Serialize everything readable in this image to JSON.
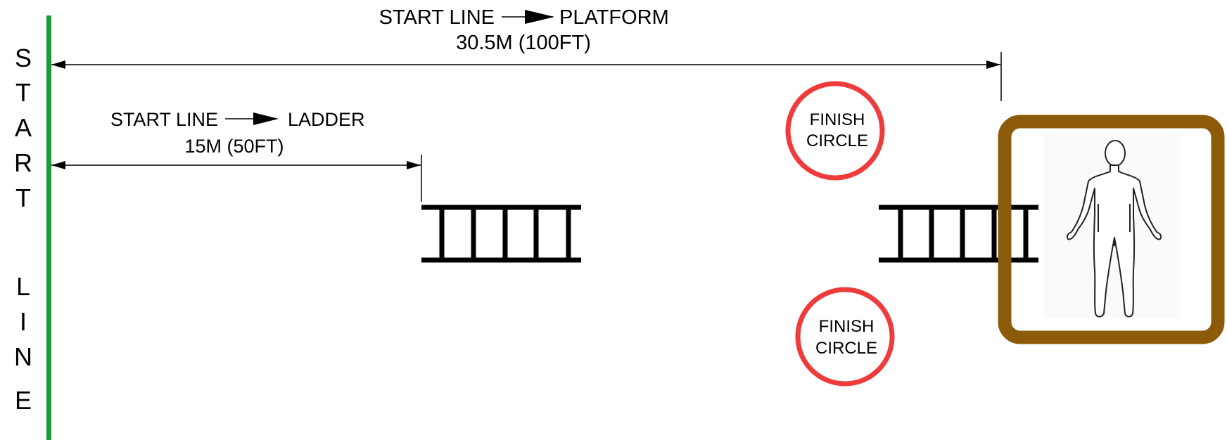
{
  "start_line": {
    "letters": [
      "S",
      "T",
      "A",
      "R",
      "T",
      "",
      "L",
      "I",
      "N",
      "E"
    ],
    "color": "#1a9b3c"
  },
  "platform_dimension": {
    "line1_left": "START LINE",
    "line1_right": "PLATFORM",
    "line2": "30.5M (100FT)"
  },
  "ladder_dimension": {
    "line1_left": "START LINE",
    "line1_right": "LADDER",
    "line2": "15M (50FT)"
  },
  "finish_circles": [
    {
      "line1": "FINISH",
      "line2": "CIRCLE"
    },
    {
      "line1": "FINISH",
      "line2": "CIRCLE"
    }
  ],
  "colors": {
    "finish_circle": "#ef3b3b",
    "platform": "#8c5b09",
    "ladder": "#000000",
    "arrow": "#000000"
  },
  "icons": {
    "ladder_1": "ladder-icon",
    "ladder_2": "ladder-icon",
    "platform_figure": "human-figure-icon"
  }
}
